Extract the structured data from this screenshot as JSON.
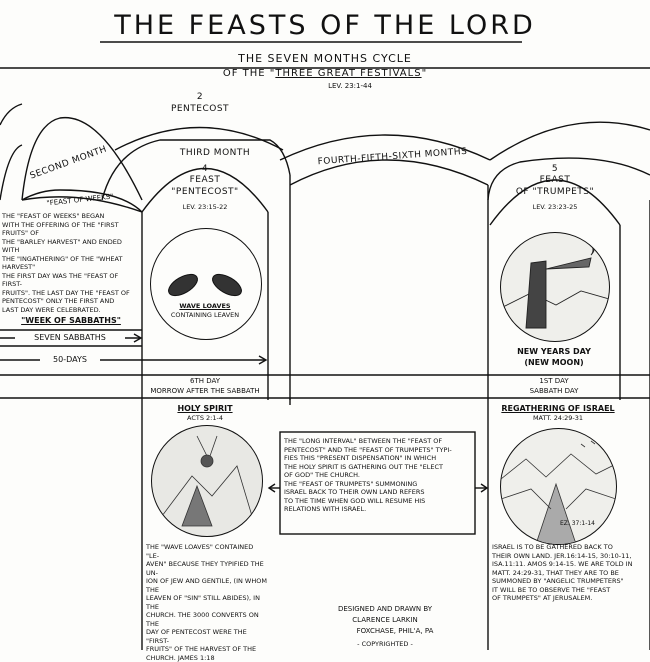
{
  "title": "THE FEASTS OF THE LORD",
  "subtitle": "THE SEVEN MONTHS CYCLE",
  "subtitle2_prefix": "OF THE \"",
  "subtitle2_underlined": "THREE GREAT FESTIVALS",
  "subtitle2_suffix": "\"",
  "reference": "LEV. 23:1-44",
  "pentecost_num": "2",
  "pentecost_label": "PENTECOST",
  "second_month": "SECOND MONTH",
  "third_month": "THIRD MONTH",
  "fourth_sixth": "FOURTH-FIFTH-SIXTH MONTHS",
  "feast_of_weeks_title": "\"FEAST OF WEEKS\"",
  "feast_of_weeks_text": [
    "THE \"FEAST OF WEEKS\" BEGAN",
    "WITH THE OFFERING OF THE \"FIRST FRUITS\" OF",
    "THE \"BARLEY HARVEST\" AND ENDED WITH",
    "THE \"INGATHERING\" OF THE \"WHEAT HARVEST\"",
    "THE FIRST DAY WAS THE \"FEAST OF FIRST-",
    "FRUITS\". THE LAST DAY THE \"FEAST OF",
    "PENTECOST\" ONLY THE FIRST AND",
    "LAST DAY WERE CELEBRATED."
  ],
  "week_of_sabbaths": "\"WEEK OF SABBATHS\"",
  "seven_sabbaths": "SEVEN SABBATHS",
  "fifty_days": "50-DAYS",
  "feast4": {
    "num": "4",
    "line1": "FEAST",
    "line2": "\"PENTECOST\"",
    "ref": "LEV. 23:15-22"
  },
  "wave_loaves": "WAVE LOAVES",
  "containing_leaven": "CONTAINING LEAVEN",
  "sixth_day": "6TH DAY",
  "morrow": "MORROW AFTER THE SABBATH",
  "holy_spirit": "HOLY SPIRIT",
  "holy_spirit_ref": "ACTS 2:1-4",
  "wave_loaves_text": [
    "THE \"WAVE LOAVES\" CONTAINED \"LE-",
    "AVEN\" BECAUSE THEY TYPIFIED THE UN-",
    "ION OF JEW AND GENTILE, (IN WHOM THE",
    "LEAVEN OF \"SIN\" STILL ABIDES), IN THE",
    "CHURCH. THE 3000 CONVERTS ON THE",
    "DAY OF PENTECOST WERE THE \"FIRST-",
    "FRUITS\" OF THE HARVEST OF THE",
    "CHURCH. JAMES 1:18"
  ],
  "feast5": {
    "num": "5",
    "line1": "FEAST",
    "line2": "OF \"TRUMPETS\"",
    "ref": "LEV. 23:23-25"
  },
  "new_years": "NEW YEARS DAY",
  "new_moon": "(NEW MOON)",
  "first_day": "1ST DAY",
  "sabbath_day": "SABBATH DAY",
  "regathering": "REGATHERING OF ISRAEL",
  "regathering_ref": "MATT. 24:29-31",
  "ez_ref": "EZ. 37:1-14",
  "long_interval_text": [
    "THE \"LONG INTERVAL\" BETWEEN THE \"FEAST OF",
    "PENTECOST\" AND THE \"FEAST OF TRUMPETS\" TYPI-",
    "FIES THIS \"PRESENT DISPENSATION\" IN WHICH",
    "THE HOLY SPIRIT IS GATHERING OUT THE \"ELECT",
    "OF GOD\" THE CHURCH.",
    "THE \"FEAST OF TRUMPETS\" SUMMONING",
    "ISRAEL BACK TO THEIR OWN LAND REFERS",
    "TO THE TIME WHEN GOD WILL RESUME HIS",
    "RELATIONS WITH ISRAEL."
  ],
  "israel_text": [
    "ISRAEL IS TO BE GATHERED BACK TO",
    "THEIR OWN LAND. JER.16:14-15, 30:10-11,",
    "ISA.11:11. AMOS 9:14-15. WE ARE TOLD IN",
    "MATT. 24:29-31, THAT THEY ARE TO BE",
    "SUMMONED BY \"ANGELIC TRUMPETERS\"",
    "IT WILL BE TO OBSERVE THE \"FEAST",
    "OF TRUMPETS\" AT JERUSALEM."
  ],
  "credit1": "DESIGNED AND DRAWN BY",
  "credit2": "CLARENCE LARKIN",
  "credit3": "FOXCHASE, PHIL'A, PA",
  "copyright": "- COPYRIGHTED -"
}
